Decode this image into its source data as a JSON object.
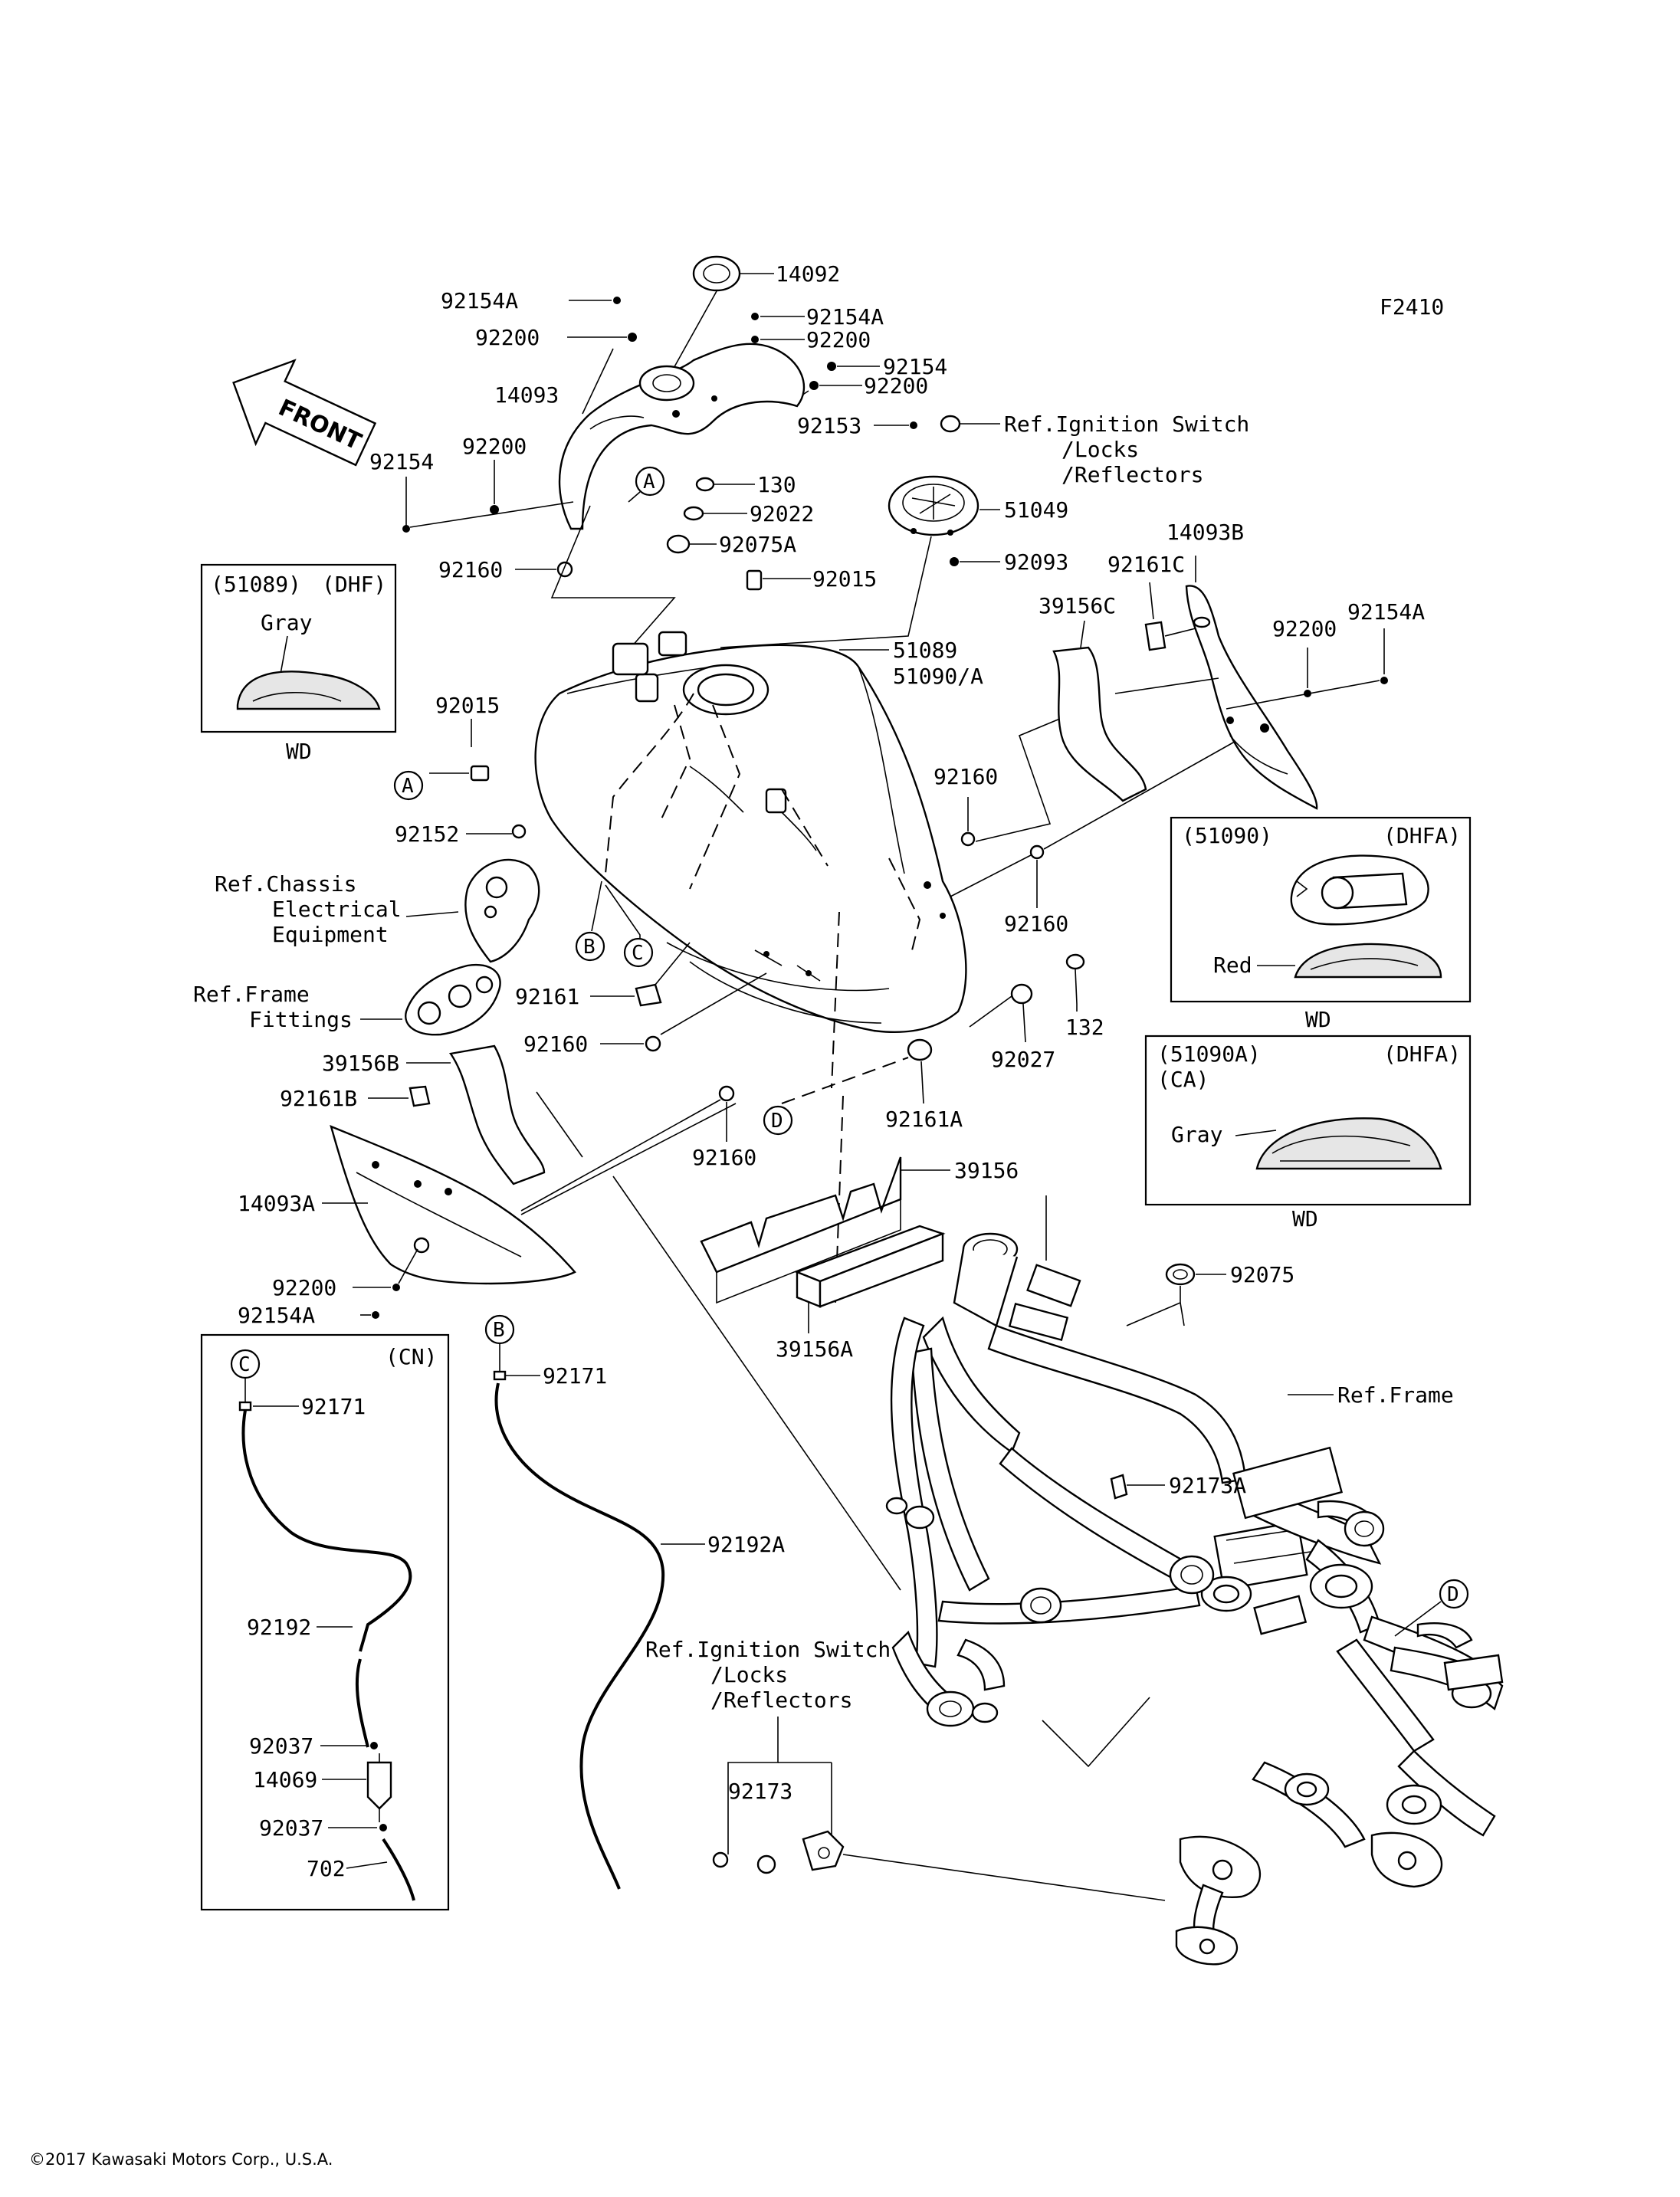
{
  "diagram_code": "F2410",
  "front_label": "FRONT",
  "copyright": "©2017 Kawasaki Motors Corp., U.S.A.",
  "parts": {
    "p14092": "14092",
    "p92154A_1": "92154A",
    "p92154A_2": "92154A",
    "p92154A_3": "92154A",
    "p92154A_4": "92154A",
    "p92200_1": "92200",
    "p92200_2": "92200",
    "p92200_3": "92200",
    "p92200_4": "92200",
    "p92200_5": "92200",
    "p92200_6": "92200",
    "p92154_1": "92154",
    "p92154_2": "92154",
    "p14093": "14093",
    "p92153": "92153",
    "p130": "130",
    "p92022": "92022",
    "p51049": "51049",
    "p92075A": "92075A",
    "p92093": "92093",
    "p92015_1": "92015",
    "p92015_2": "92015",
    "p92160_1": "92160",
    "p92160_2": "92160",
    "p92160_3": "92160",
    "p92160_4": "92160",
    "p92160_5": "92160",
    "p14093B": "14093B",
    "p92161C": "92161C",
    "p39156C": "39156C",
    "p51089": "51089",
    "p51090A": "51090/A",
    "p92152": "92152",
    "p92161": "92161",
    "p39156B": "39156B",
    "p92161B": "92161B",
    "p14093A": "14093A",
    "p39156": "39156",
    "p39156A": "39156A",
    "p92161A": "92161A",
    "p92027": "92027",
    "p132": "132",
    "p92075": "92075",
    "p92171_1": "92171",
    "p92171_2": "92171",
    "p92192": "92192",
    "p92192A": "92192A",
    "p92037_1": "92037",
    "p92037_2": "92037",
    "p14069": "14069",
    "p702": "702",
    "p92173A": "92173A",
    "p92173": "92173"
  },
  "refs": {
    "ignition_top": [
      "Ref.Ignition Switch",
      "/Locks",
      "/Reflectors"
    ],
    "ignition_bottom": [
      "Ref.Ignition Switch",
      "/Locks",
      "/Reflectors"
    ],
    "chassis": [
      "Ref.Chassis",
      "Electrical",
      "Equipment"
    ],
    "frame_fittings": [
      "Ref.Frame",
      "Fittings"
    ],
    "frame": "Ref.Frame"
  },
  "callouts": {
    "A": "A",
    "B": "B",
    "C": "C",
    "D": "D"
  },
  "insets": {
    "dhf": {
      "part": "(51089)",
      "model": "(DHF)",
      "color": "Gray",
      "finish": "WD"
    },
    "dhfa": {
      "part": "(51090)",
      "model": "(DHFA)",
      "color": "Red",
      "finish": "WD"
    },
    "dhfa_ca": {
      "part": "(51090A)",
      "model": "(DHFA)",
      "region": "(CA)",
      "color": "Gray",
      "finish": "WD"
    },
    "cn": {
      "region": "(CN)"
    }
  }
}
